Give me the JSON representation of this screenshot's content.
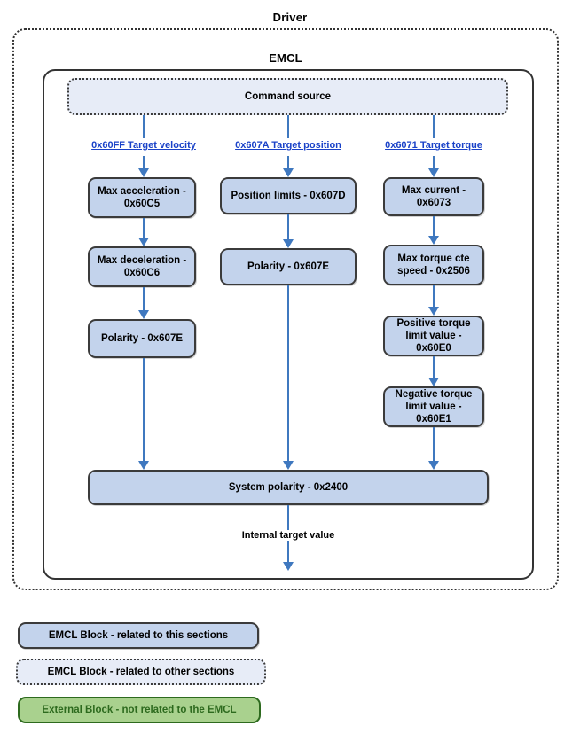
{
  "diagram": {
    "outer_container": {
      "title": "Driver",
      "style": "other-section"
    },
    "inner_container": {
      "title": "EMCL",
      "style": "this-section"
    },
    "command_source": {
      "label": "Command source"
    },
    "columns": [
      {
        "link": "0x60FF Target velocity",
        "blocks": [
          "Max acceleration - 0x60C5",
          "Max deceleration - 0x60C6",
          "Polarity - 0x607E"
        ]
      },
      {
        "link": "0x607A Target position",
        "blocks": [
          "Position limits - 0x607D",
          "Polarity - 0x607E"
        ]
      },
      {
        "link": "0x6071 Target torque",
        "blocks": [
          "Max current - 0x6073",
          "Max torque cte speed - 0x2506",
          "Positive torque limit value - 0x60E0",
          "Negative torque limit value - 0x60E1"
        ]
      }
    ],
    "system_polarity": {
      "label": "System polarity - 0x2400"
    },
    "output_note": "Internal target value"
  },
  "legend": {
    "items": [
      {
        "label": "EMCL Block - related to this sections",
        "style": "this-section"
      },
      {
        "label": "EMCL Block - related to other sections",
        "style": "other-section"
      },
      {
        "label": "External Block - not related to the EMCL",
        "style": "external"
      }
    ]
  },
  "colors": {
    "block_fill_this": "#c3d3ec",
    "block_fill_other": "#e7ecf7",
    "block_fill_external": "#a9d18e",
    "block_border": "#3b3b3b",
    "external_border": "#2d6a1e",
    "arrow": "#3f78bf",
    "link_text": "#1a42c8",
    "container_border": "#333333"
  }
}
